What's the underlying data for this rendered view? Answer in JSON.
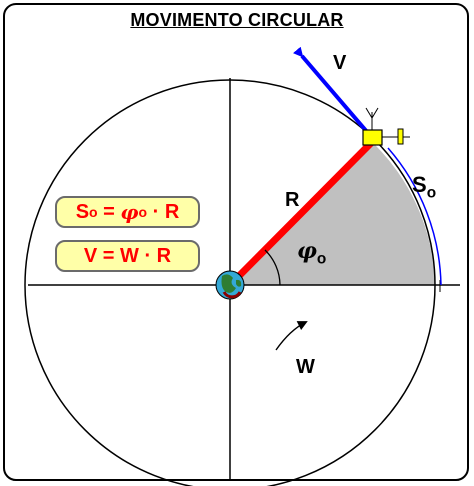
{
  "title": "MOVIMENTO CIRCULAR",
  "formulas": {
    "position": {
      "lhs": "S",
      "lhs_sub": "o",
      "eq": " = ",
      "phi": "φ",
      "phi_sub": "o",
      "rest": " · R"
    },
    "velocity": {
      "text": "V = W · R"
    }
  },
  "labels": {
    "V": "V",
    "R": "R",
    "phi": "φ",
    "phi_sub": "o",
    "S": "S",
    "S_sub": "o",
    "W": "W"
  },
  "colors": {
    "radius": "#ff0000",
    "velocity_vector": "#0000ff",
    "arc_path": "#0000ff",
    "sector_fill": "#c0c0c0",
    "formula_box_bg": "#ffffa8",
    "formula_text": "#ff0000",
    "background": "#ffffff"
  },
  "icons": [
    "earth-icon",
    "satellite-icon",
    "rotation-arrow-icon"
  ]
}
